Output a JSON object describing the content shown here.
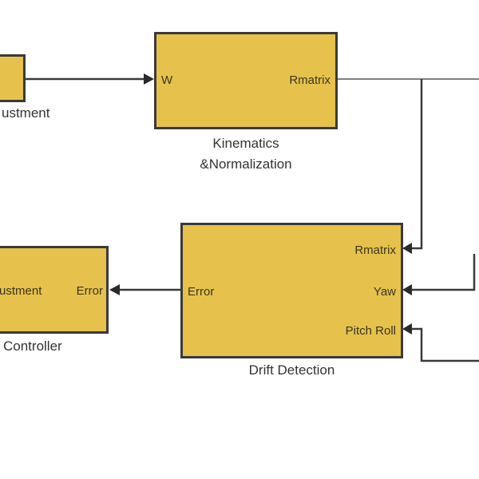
{
  "blocks": {
    "adjustment": {
      "caption": "ustment"
    },
    "kinematics": {
      "port_in": "W",
      "port_out": "Rmatrix",
      "caption_line1": "Kinematics",
      "caption_line2": "&Normalization"
    },
    "controller": {
      "port_left": "ustment",
      "port_right": "Error",
      "caption": "Controller"
    },
    "drift": {
      "port_error": "Error",
      "port_rmatrix": "Rmatrix",
      "port_yaw": "Yaw",
      "port_pitchroll": "Pitch Roll",
      "caption": "Drift Detection"
    }
  },
  "colors": {
    "block_fill": "#e6c24c",
    "block_border": "#3a3a3a",
    "wire": "#3a3a3a",
    "background": "#ffffff"
  }
}
